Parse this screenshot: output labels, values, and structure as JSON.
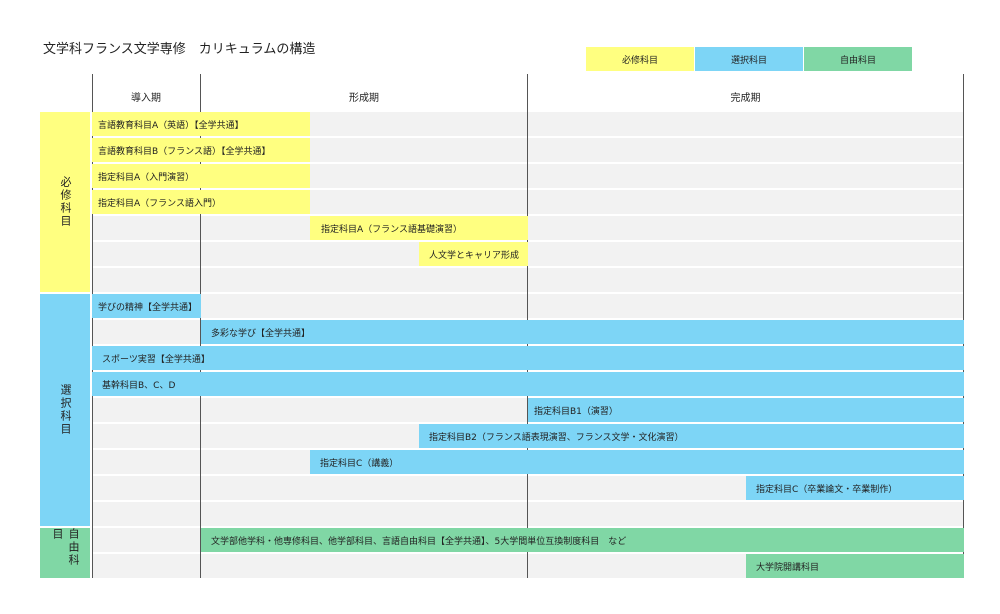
{
  "title": "文学科フランス文学専修　カリキュラムの構造",
  "legend": {
    "required": "必修科目",
    "elective": "選択科目",
    "free": "自由科目"
  },
  "colors": {
    "required": "#ffff80",
    "elective": "#7dd5f6",
    "free": "#80d7a5",
    "empty_row": "#f2f2f2"
  },
  "periods": {
    "intro": "導入期",
    "formation": "形成期",
    "completion": "完成期"
  },
  "categories": {
    "required": "必修科目",
    "elective": "選択科目",
    "free": "自由科目"
  },
  "courses": {
    "r1": "言語教育科目A（英語）【全学共通】",
    "r2": "言語教育科目B（フランス語）【全学共通】",
    "r3": "指定科目A（入門演習）",
    "r4": "指定科目A（フランス語入門）",
    "r5": "指定科目A（フランス語基礎演習）",
    "r6": "人文学とキャリア形成",
    "e1": "学びの精神【全学共通】",
    "e2": "多彩な学び【全学共通】",
    "e3": "スポーツ実習【全学共通】",
    "e4": "基幹科目B、C、D",
    "e5": "指定科目B1（演習）",
    "e6": "指定科目B2（フランス語表現演習、フランス文学・文化演習）",
    "e7": "指定科目C（講義）",
    "e8": "指定科目C（卒業論文・卒業制作）",
    "f1": "文学部他学科・他専修科目、他学部科目、言語自由科目【全学共通】、5大学間単位互換制度科目　など",
    "f2": "大学院開講科目"
  }
}
